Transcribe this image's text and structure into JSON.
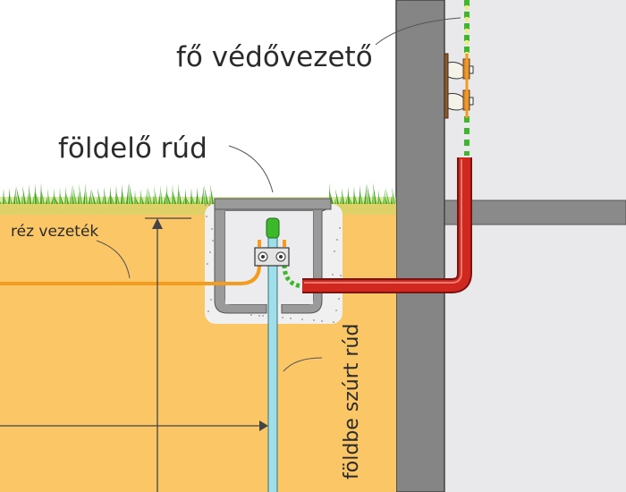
{
  "labels": {
    "main_protective_conductor": "fő védővezető",
    "earthing_rod": "földelő rúd",
    "copper_wire": "réz vezeték",
    "driven_rod": "földbe szúrt rúd"
  },
  "colors": {
    "soil": "#fbc665",
    "grass": "#4caf2e",
    "wall": "#858585",
    "interior": "#e9e9eb",
    "copper": "#f39c1f",
    "pipe": "#d0281e",
    "rod": "#9fdfe9",
    "conductor_green": "#3cb82a",
    "conductor_yellow": "#e8f07a"
  }
}
